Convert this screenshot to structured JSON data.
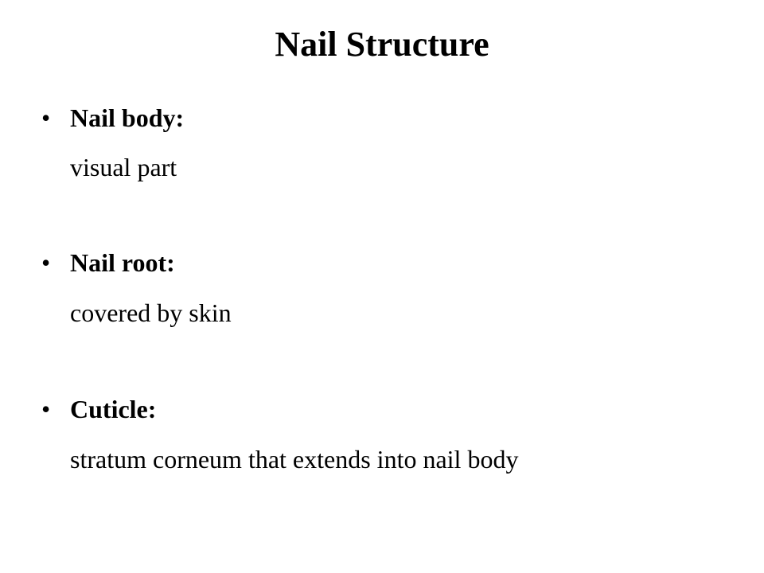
{
  "slide": {
    "title": "Nail Structure",
    "bullet_glyph": "•",
    "items": [
      {
        "term": "Nail body:",
        "description": "visual part"
      },
      {
        "term": "Nail root:",
        "description": "covered by skin"
      },
      {
        "term": "Cuticle:",
        "description": "stratum corneum that extends into nail body"
      }
    ]
  }
}
